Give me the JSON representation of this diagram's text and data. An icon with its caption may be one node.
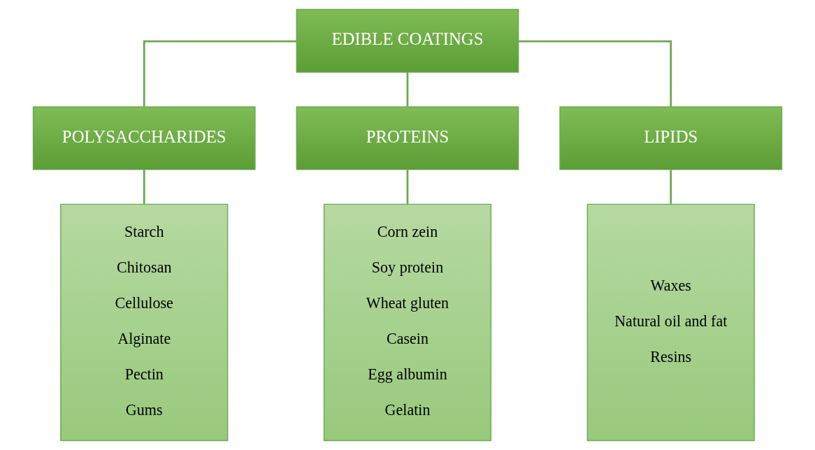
{
  "diagram": {
    "nodes": [
      {
        "text": [
          "EDIBLE COATINGS"
        ]
      },
      {
        "text": [
          "POLYSACCHARIDES"
        ]
      },
      {
        "text": [
          "PROTEINS"
        ]
      },
      {
        "text": [
          "LIPIDS"
        ]
      },
      {
        "text": [
          "Starch",
          "Chitosan",
          "Cellulose",
          "Alginate",
          "Pectin",
          "Gums"
        ]
      },
      {
        "text": [
          "Corn zein",
          "Soy protein",
          "Wheat gluten",
          "Casein",
          "Egg albumin",
          "Gelatin"
        ]
      },
      {
        "text": [
          "Waxes",
          "Natural oil and fat",
          "Resins"
        ]
      }
    ],
    "edges": [
      {
        "from": 0,
        "to": 1,
        "arrow": "none"
      },
      {
        "from": 0,
        "to": 2,
        "arrow": "none"
      },
      {
        "from": 0,
        "to": 3,
        "arrow": "none"
      },
      {
        "from": 1,
        "to": 4,
        "arrow": "none"
      },
      {
        "from": 2,
        "to": 5,
        "arrow": "none"
      },
      {
        "from": 3,
        "to": 6,
        "arrow": "none"
      }
    ]
  }
}
